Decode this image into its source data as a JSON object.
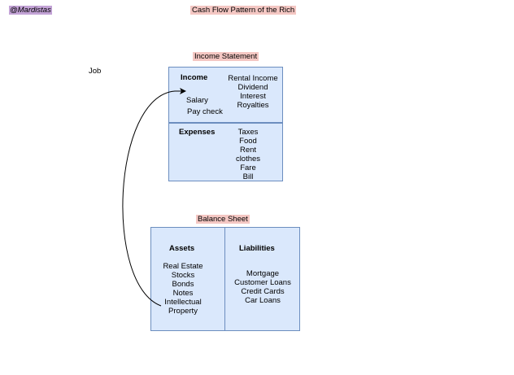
{
  "header": {
    "handle": "@Mardistas",
    "title": "Cash Flow Pattern of the Rich"
  },
  "job_label": "Job",
  "income_statement": {
    "title": "Income Statement",
    "income": {
      "heading": "Income",
      "left_items": [
        "Salary",
        "Pay check"
      ],
      "right_items": [
        "Rental Income",
        "Dividend",
        "Interest",
        "Royalties"
      ]
    },
    "expenses": {
      "heading": "Expenses",
      "items": [
        "Taxes",
        "Food",
        "Rent",
        "clothes",
        "Fare",
        "Bill"
      ]
    }
  },
  "balance_sheet": {
    "title": "Balance Sheet",
    "assets": {
      "heading": "Assets",
      "items": [
        "Real Estate",
        "Stocks",
        "Bonds",
        "Notes",
        "Intellectual",
        "Property"
      ]
    },
    "liabilities": {
      "heading": "Liabilities",
      "items": [
        "Mortgage",
        "Customer Loans",
        "Credit Cards",
        "Car Loans"
      ]
    }
  },
  "colors": {
    "box_fill": "#dae8fc",
    "box_stroke": "#6c8ebf",
    "title_highlight": "#f4c7c3",
    "handle_highlight": "#c3a3d6"
  }
}
